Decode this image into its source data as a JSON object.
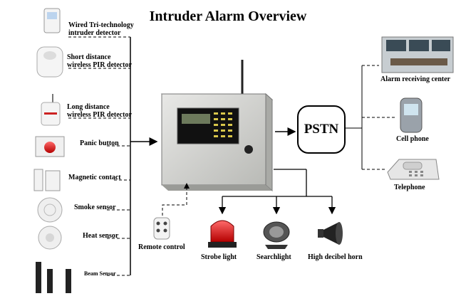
{
  "title": "Intruder Alarm Overview",
  "detectors": [
    {
      "name": "wired-detector",
      "label": "Wired Tri-technology intruder detector"
    },
    {
      "name": "short-pir",
      "label": "Short distance wireless PIR detector"
    },
    {
      "name": "long-pir",
      "label": "Long distance wireless PIR detector"
    },
    {
      "name": "panic",
      "label": "Panic button"
    },
    {
      "name": "magnetic",
      "label": "Magnetic contact"
    },
    {
      "name": "smoke",
      "label": "Smoke sensor"
    },
    {
      "name": "heat",
      "label": "Heat sensor"
    },
    {
      "name": "beam",
      "label": "Beam Sensor"
    }
  ],
  "panel": {
    "name": "alarm-control-panel"
  },
  "pstn": {
    "label": "PSTN"
  },
  "remote": {
    "label": "Remote control"
  },
  "outputs": [
    {
      "label": "Strobe light"
    },
    {
      "label": "Searchlight"
    },
    {
      "label": "High decibel horn"
    }
  ],
  "receivers": [
    {
      "label": "Alarm receiving center"
    },
    {
      "label": "Cell phone"
    },
    {
      "label": "Telephone"
    }
  ]
}
